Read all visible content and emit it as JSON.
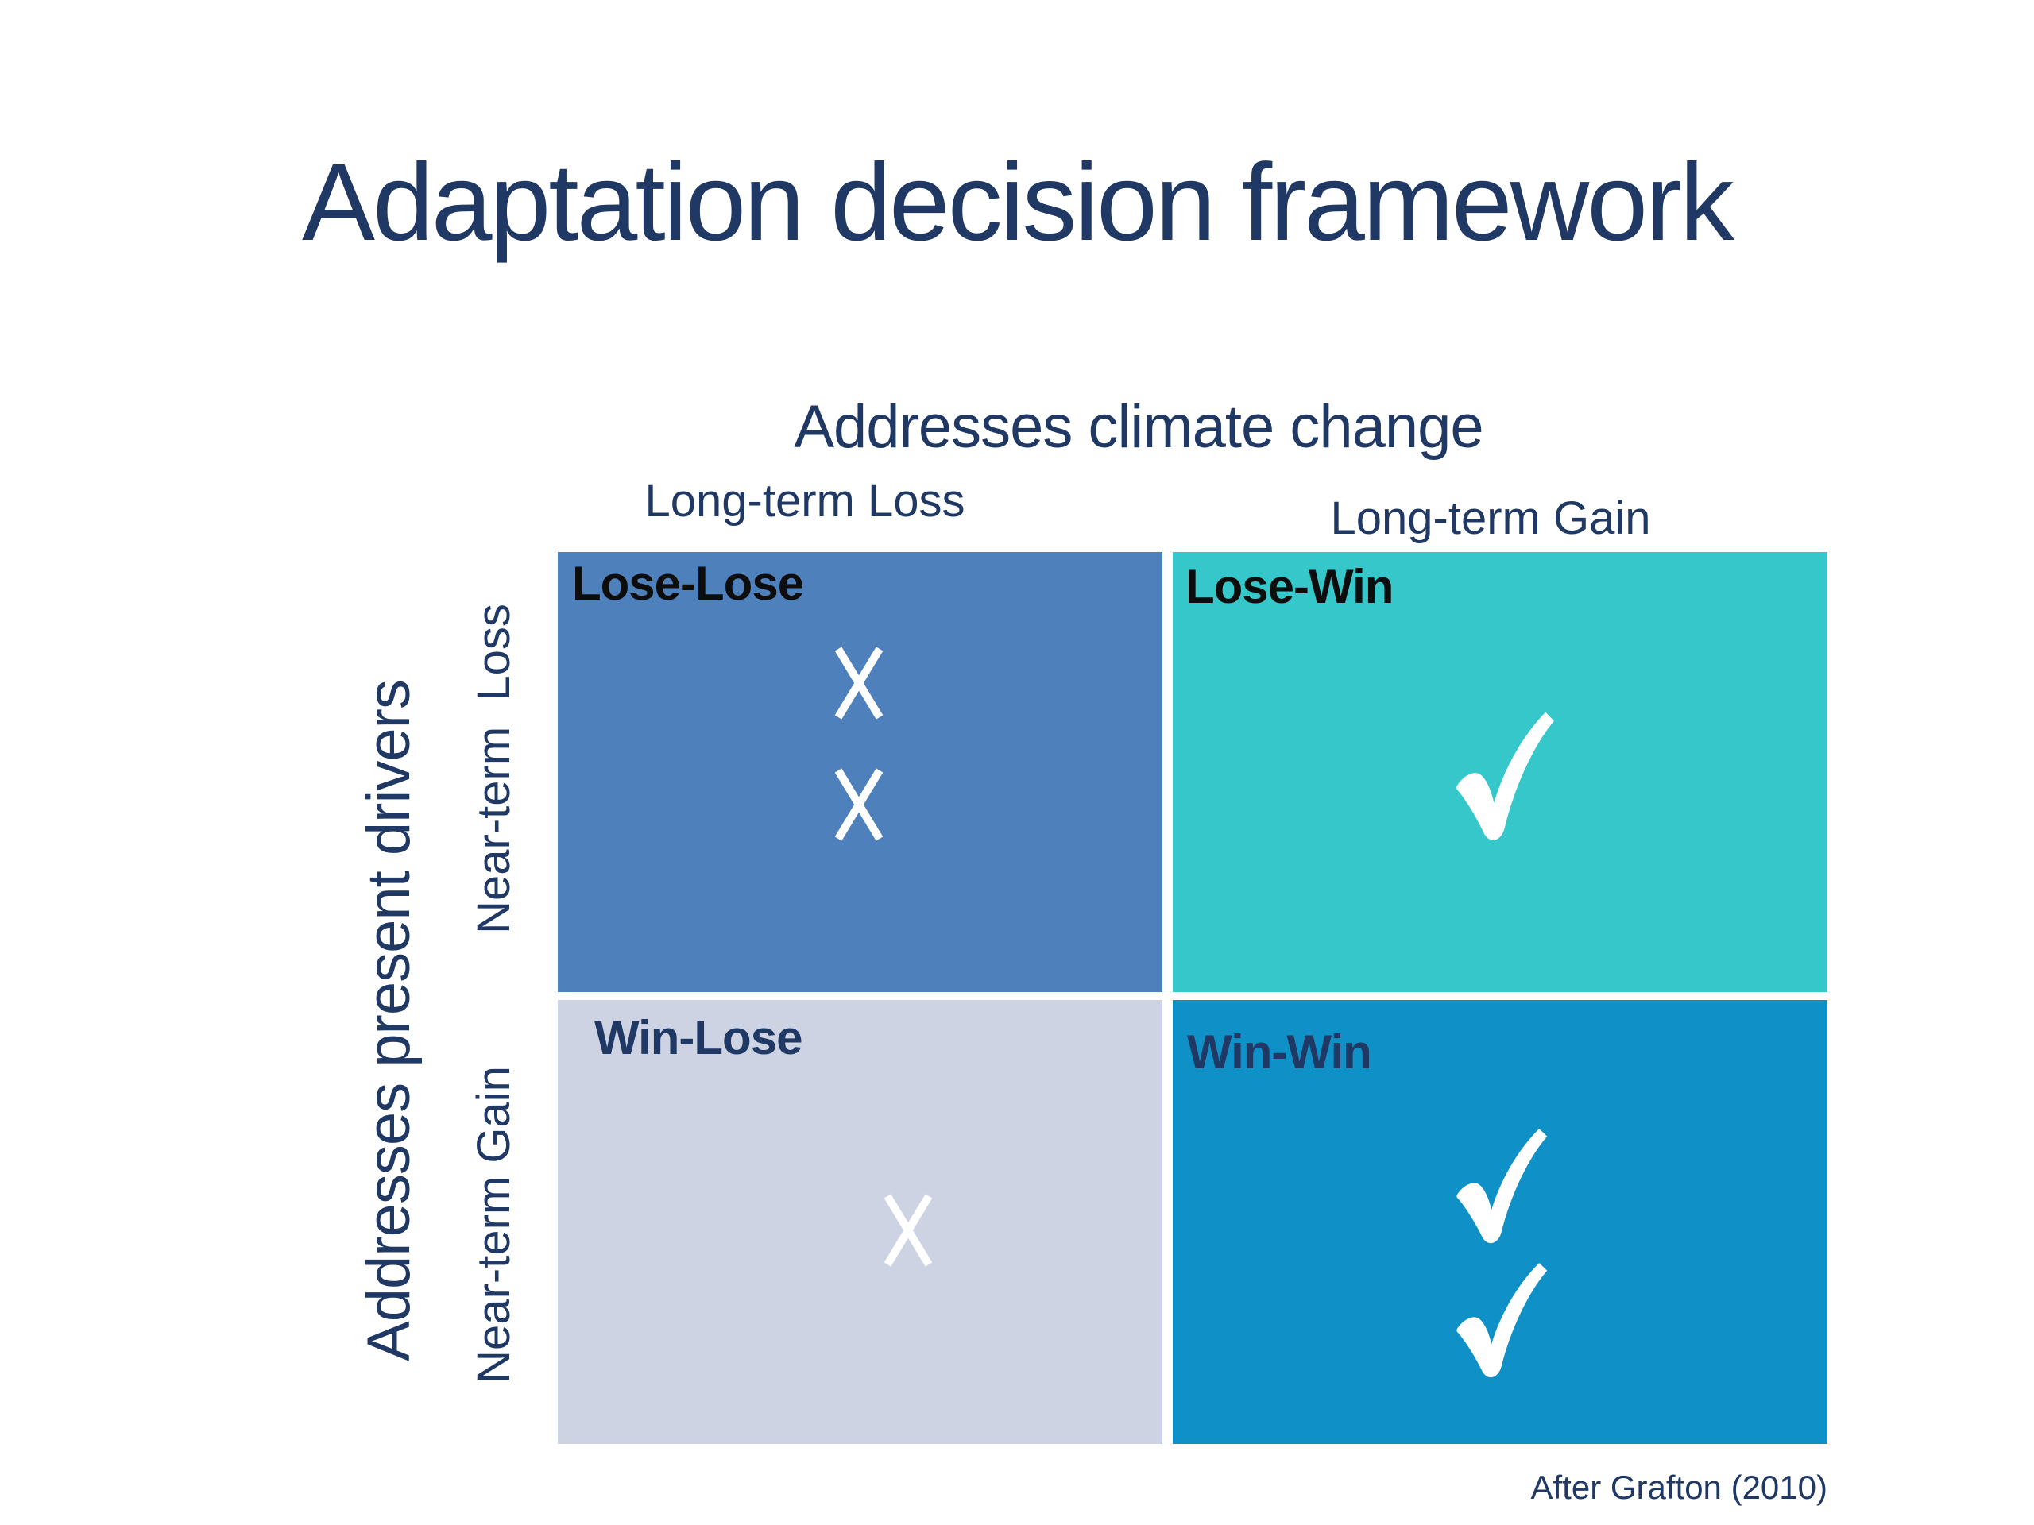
{
  "slide": {
    "title": "Adaptation decision framework",
    "attribution": "After Grafton (2010)",
    "colors": {
      "background": "#FFFFFF",
      "navy_text": "#1F3864",
      "black_text": "#0D0D0D",
      "mark_white": "#FFFFFF",
      "quad_lose_lose": "#4E80BC",
      "quad_lose_win": "#35C7C9",
      "quad_win_lose": "#CDD3E3",
      "quad_win_win": "#0F90C6"
    },
    "x_axis": {
      "title": "Addresses climate change",
      "left_label": "Long-term Loss",
      "right_label": "Long-term Gain"
    },
    "y_axis": {
      "title": "Addresses present drivers",
      "top_label": "Near-term  Loss",
      "bottom_label": "Near-term Gain"
    },
    "quadrants": {
      "lose_lose": {
        "label": "Lose-Lose",
        "marks": [
          "x",
          "x"
        ]
      },
      "lose_win": {
        "label": "Lose-Win",
        "marks": [
          "check"
        ]
      },
      "win_lose": {
        "label": "Win-Lose",
        "marks": [
          "x"
        ]
      },
      "win_win": {
        "label": "Win-Win",
        "marks": [
          "check",
          "check"
        ]
      }
    }
  }
}
